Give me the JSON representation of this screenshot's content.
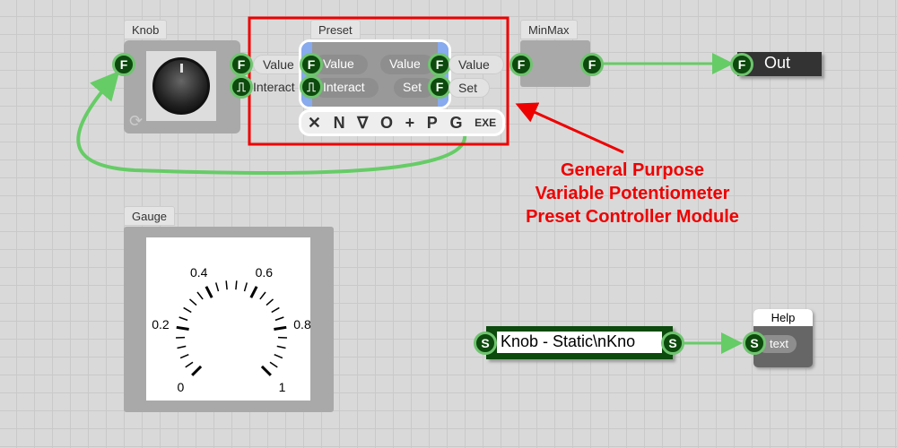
{
  "nodes": {
    "knob": {
      "title": "Knob"
    },
    "preset": {
      "title": "Preset",
      "in_value": "Value",
      "in_interact": "Interact",
      "inner_in_value": "Value",
      "inner_in_interact": "Interact",
      "inner_out_value": "Value",
      "inner_out_set": "Set",
      "out_value": "Value",
      "out_set": "Set",
      "toolbar": [
        "✕",
        "N",
        "∇",
        "O",
        "+",
        "P",
        "G",
        "EXE"
      ]
    },
    "minmax": {
      "title": "MinMax"
    },
    "out": {
      "label": "Out"
    },
    "gauge": {
      "title": "Gauge",
      "labels": [
        "0",
        "0.2",
        "0.4",
        "0.6",
        "0.8",
        "1"
      ]
    },
    "string": {
      "value": "Knob - Static\\nKno"
    },
    "help": {
      "title": "Help",
      "input": "text"
    }
  },
  "pins": {
    "float": "F",
    "string": "S"
  },
  "annotation": {
    "line1": "General Purpose",
    "line2": "Variable Potentiometer",
    "line3": "Preset Controller Module"
  },
  "colors": {
    "wire": "#66cc66",
    "pin": "#0d4a0d",
    "highlight": "#e00000",
    "annotation": "#e00000"
  }
}
